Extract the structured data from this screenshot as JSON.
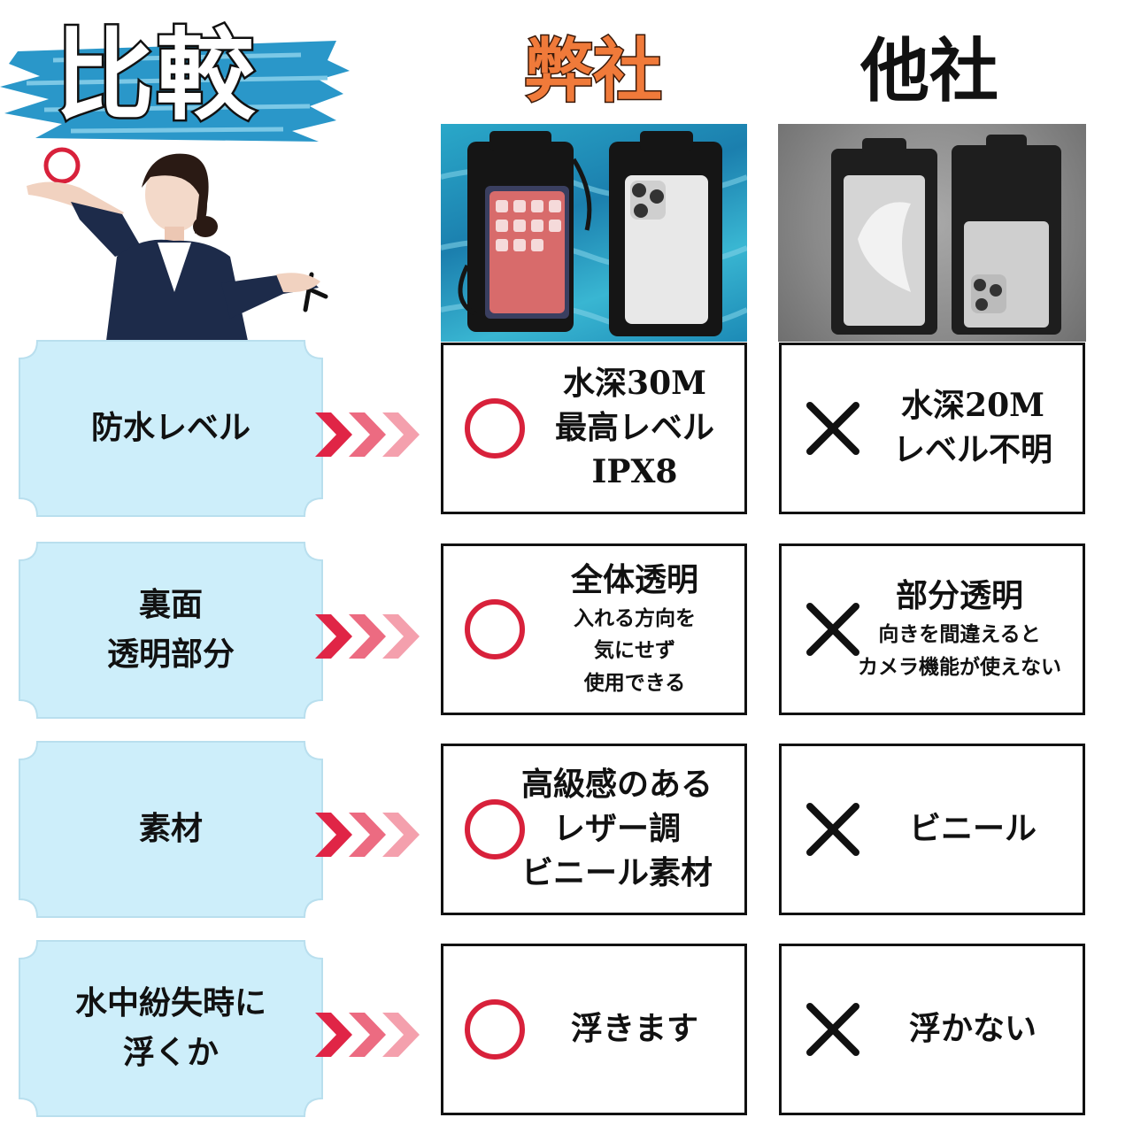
{
  "title": "比較",
  "columns": {
    "ours": "弊社",
    "theirs": "他社"
  },
  "person": {
    "good_mark": "○",
    "bad_mark": "×"
  },
  "colors": {
    "accent_red": "#d8213b",
    "label_bg": "#cdeefa",
    "chevron_dark": "#e02546",
    "chevron_light": "#f4a0ad",
    "brush_blue": "#2a97c9",
    "title_orange": "#f07a3a"
  },
  "rows": [
    {
      "label": "防水レベル",
      "ours": {
        "mark": "circle",
        "main": "水深30M\n最高レベル\nIPX8",
        "sub": ""
      },
      "theirs": {
        "mark": "cross",
        "main": "水深20M\nレベル不明",
        "sub": ""
      }
    },
    {
      "label": "裏面\n透明部分",
      "ours": {
        "mark": "circle",
        "main": "全体透明",
        "sub": "入れる方向を\n気にせず\n使用できる"
      },
      "theirs": {
        "mark": "cross",
        "main": "部分透明",
        "sub": "向きを間違えると\nカメラ機能が使えない"
      }
    },
    {
      "label": "素材",
      "ours": {
        "mark": "circle",
        "main": "高級感のある\nレザー調\nビニール素材",
        "sub": ""
      },
      "theirs": {
        "mark": "cross",
        "main": "ビニール",
        "sub": ""
      }
    },
    {
      "label": "水中紛失時に\n浮くか",
      "ours": {
        "mark": "circle",
        "main": "浮きます",
        "sub": ""
      },
      "theirs": {
        "mark": "cross",
        "main": "浮かない",
        "sub": ""
      }
    }
  ]
}
